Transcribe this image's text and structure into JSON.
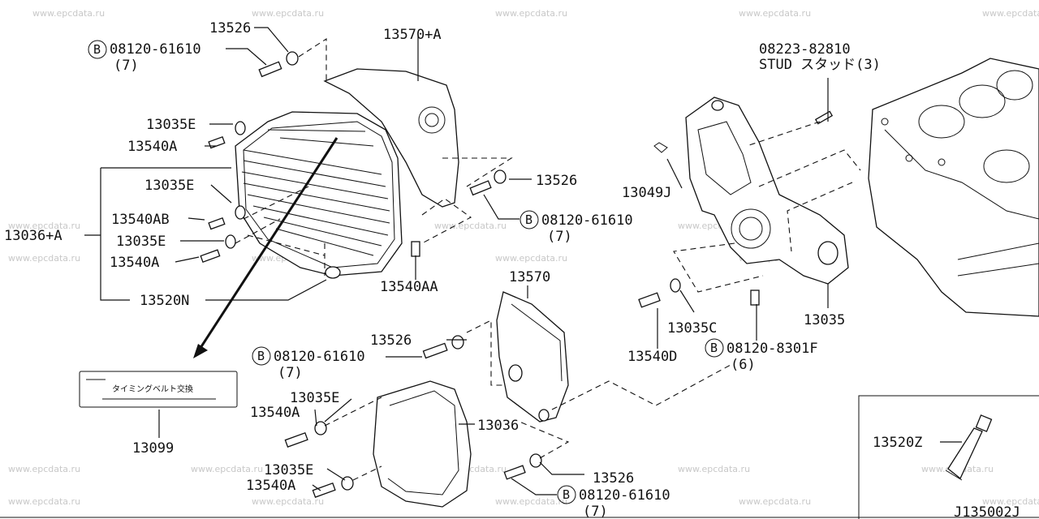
{
  "watermark": "www.epcdata.ru",
  "diagram_id": "J135002J",
  "labels": {
    "p13526_a": "13526",
    "b08120_a": "08120-61610",
    "qty7_a": "(7)",
    "p13570a": "13570+A",
    "p13035e_a": "13035E",
    "p13540a_a": "13540A",
    "p13035e_b": "13035E",
    "p13540ab": "13540AB",
    "p13036a": "13036+A",
    "p13035e_c": "13035E",
    "p13540a_b": "13540A",
    "p13520n": "13520N",
    "p13526_b": "13526",
    "b08120_b": "08120-61610",
    "qty7_b": "(7)",
    "p13540aa": "13540AA",
    "p13570": "13570",
    "p13526_c": "13526",
    "b08120_c": "08120-61610",
    "qty7_c": "(7)",
    "p13035e_d": "13035E",
    "p13540a_c": "13540A",
    "p13036": "13036",
    "p13035e_e": "13035E",
    "p13540a_d": "13540A",
    "p13526_d": "13526",
    "b08120_d": "08120-61610",
    "qty7_d": "(7)",
    "stud_no": "08223-82810",
    "stud_text": "STUD スタッド(3)",
    "p13049j": "13049J",
    "p13035c": "13035C",
    "p13035": "13035",
    "p13540d": "13540D",
    "b08120_8301f": "08120-8301F",
    "qty6": "(6)",
    "p13099": "13099",
    "timing_label_text": "タイミングベルト交換",
    "p13520z": "13520Z",
    "bolt_marker": "B"
  }
}
